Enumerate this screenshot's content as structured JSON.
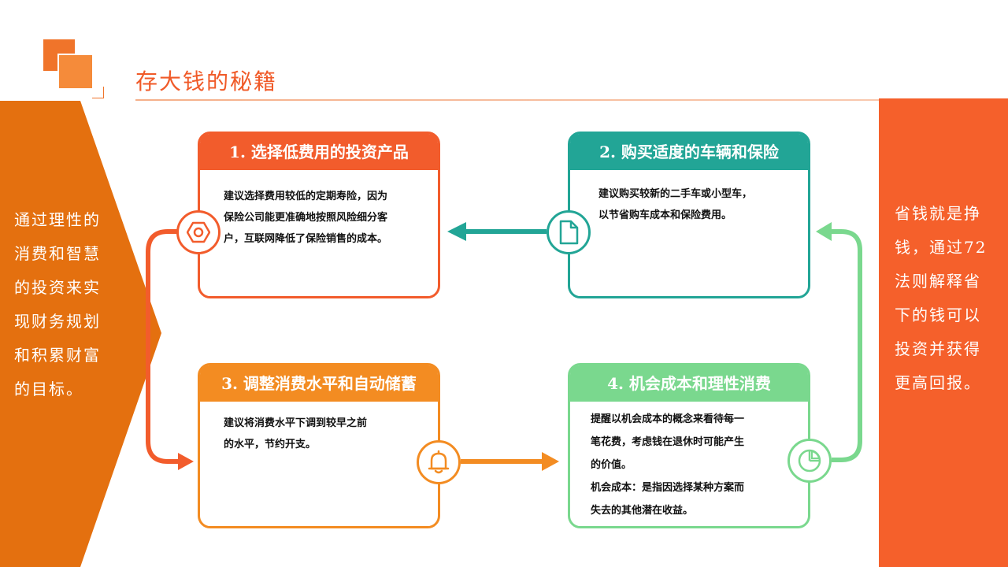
{
  "page": {
    "title": "存大钱的秘籍"
  },
  "left_panel": {
    "text": "通过理性的消费和智慧的投资来实现财务规划和积累财富的目标。"
  },
  "right_panel": {
    "text": "省钱就是挣钱，通过72法则解释省下的钱可以投资并获得更高回报。"
  },
  "cards": [
    {
      "title": "1. 选择低费用的投资产品",
      "body": [
        "建议选择费用较低的定期寿险，因为",
        "保险公司能更准确地按照风险细分客",
        "户，互联网降低了保险销售的成本。"
      ],
      "icon": "hexagon-nut-icon",
      "color": "#f25c2c"
    },
    {
      "title": "2. 购买适度的车辆和保险",
      "body": [
        "建议购买较新的二手车或小型车，",
        "以节省购车成本和保险费用。"
      ],
      "icon": "document-icon",
      "color": "#22a596"
    },
    {
      "title": "3. 调整消费水平和自动储蓄",
      "body": [
        "建议将消费水平下调到较早之前",
        "的水平，节约开支。"
      ],
      "icon": "bell-icon",
      "color": "#f38c22"
    },
    {
      "title": "4. 机会成本和理性消费",
      "body": [
        "提醒以机会成本的概念来看待每一",
        "笔花费，考虑钱在退休时可能产生",
        "的价值。",
        "机会成本：是指因选择某种方案而",
        "失去的其他潜在收益。"
      ],
      "icon": "pie-chart-icon",
      "color": "#7ad88e"
    }
  ]
}
